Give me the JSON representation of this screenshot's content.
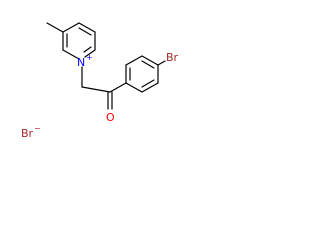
{
  "molecule": {
    "atoms": {
      "nitrogen": {
        "symbol": "N",
        "charge": "+"
      },
      "oxygen": {
        "symbol": "O"
      },
      "bromine": {
        "symbol": "Br"
      },
      "bromide_ion": {
        "symbol": "Br",
        "charge": "−"
      }
    },
    "colors": {
      "bond": "#000000",
      "nitrogen": "#0000ff",
      "oxygen": "#ff0000",
      "bromine": "#a52a2a",
      "bromide_ion": "#a52a2a"
    }
  }
}
